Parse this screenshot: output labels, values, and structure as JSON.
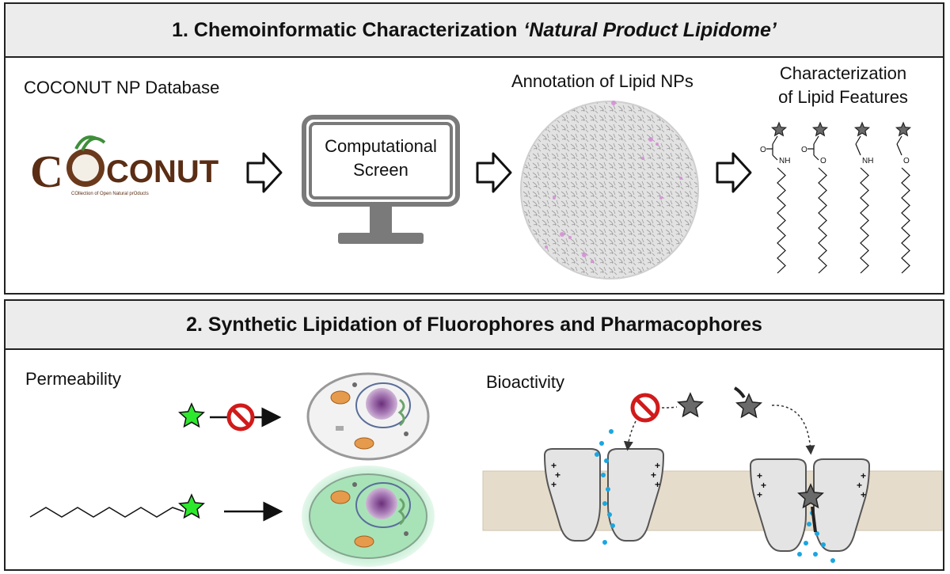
{
  "panel1": {
    "title_prefix": "1. Chemoinformatic Characterization",
    "title_emphasis": "‘Natural Product Lipidome’",
    "coconut_label": "COCONUT NP Database",
    "logo": {
      "text_c": "C",
      "text_rest": "CONUT",
      "tagline": "COllection of Open Natural prOducts"
    },
    "monitor_text_line1": "Computational",
    "monitor_text_line2": "Screen",
    "annotation_label": "Annotation of Lipid NPs",
    "characterization_line1": "Characterization",
    "characterization_line2": "of Lipid Features",
    "structures": [
      {
        "top_atom": "O",
        "link_atom": "NH",
        "carbonyl": true
      },
      {
        "top_atom": "O",
        "link_atom": "O",
        "carbonyl": true
      },
      {
        "top_atom": "",
        "link_atom": "NH",
        "carbonyl": false
      },
      {
        "top_atom": "",
        "link_atom": "O",
        "carbonyl": false
      }
    ]
  },
  "panel2": {
    "title": "2. Synthetic Lipidation of Fluorophores and Pharmacophores",
    "permeability_label": "Permeability",
    "bioactivity_label": "Bioactivity"
  },
  "colors": {
    "header_bg": "#ececec",
    "logo_brown": "#5a2d14",
    "star_green": "#2ee82e",
    "star_gray": "#6a6a6a",
    "prohibit_red": "#d11a1a",
    "membrane": "#e6dccb",
    "ion_blue": "#1aa6e0",
    "cell_glow": "#7fd9a0",
    "npcloud_pink": "#d68ad6"
  },
  "icons": [
    "arrow-right-icon",
    "monitor-icon",
    "prohibition-icon",
    "star-icon",
    "cell-icon",
    "ion-channel-icon",
    "coconut-logo"
  ]
}
